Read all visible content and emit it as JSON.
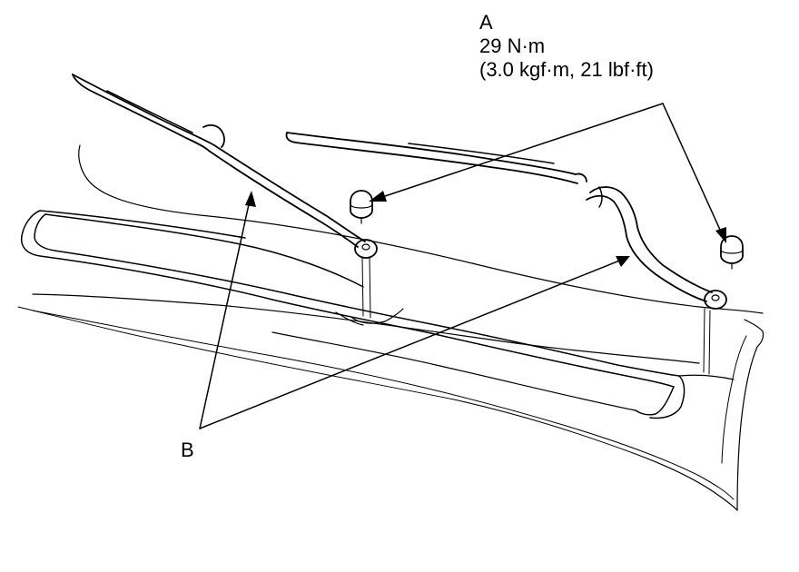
{
  "callouts": {
    "a": {
      "letter": "A",
      "torque": "29 N·m",
      "torque_alt": "(3.0 kgf·m, 21 lbf·ft)"
    },
    "b": {
      "letter": "B"
    }
  },
  "colors": {
    "line": "#000000",
    "background": "#ffffff"
  }
}
